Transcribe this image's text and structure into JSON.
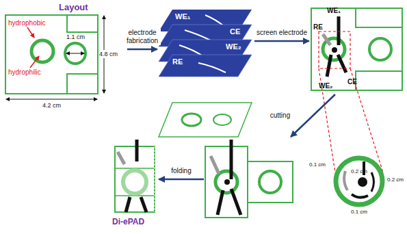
{
  "diagram": {
    "nodes": [
      {
        "text": [
          "Layout"
        ]
      },
      {
        "text": [
          "WE₁",
          "CE",
          "WE₂",
          "RE"
        ]
      },
      {
        "text": [
          "WE₁",
          "RE",
          "CE",
          "WE₂"
        ]
      },
      {
        "text": []
      },
      {
        "text": [
          "Di-ePAD"
        ]
      }
    ],
    "edges": [
      {
        "from": 0,
        "to": 1,
        "arrow": "to",
        "label": "electrode fabrication"
      },
      {
        "from": 1,
        "to": 2,
        "arrow": "to",
        "label": "screen electrode"
      },
      {
        "from": 2,
        "to": 3,
        "arrow": "to",
        "label": "cutting"
      },
      {
        "from": 3,
        "to": 4,
        "arrow": "to",
        "label": "folding"
      }
    ],
    "labels": [
      "hydrophobic",
      "hydrophilic",
      "1.1 cm",
      "4.8 cm",
      "4.2 cm",
      "0.1 cm",
      "0.2 cm",
      "0.2 cm",
      "0.1 cm"
    ]
  }
}
